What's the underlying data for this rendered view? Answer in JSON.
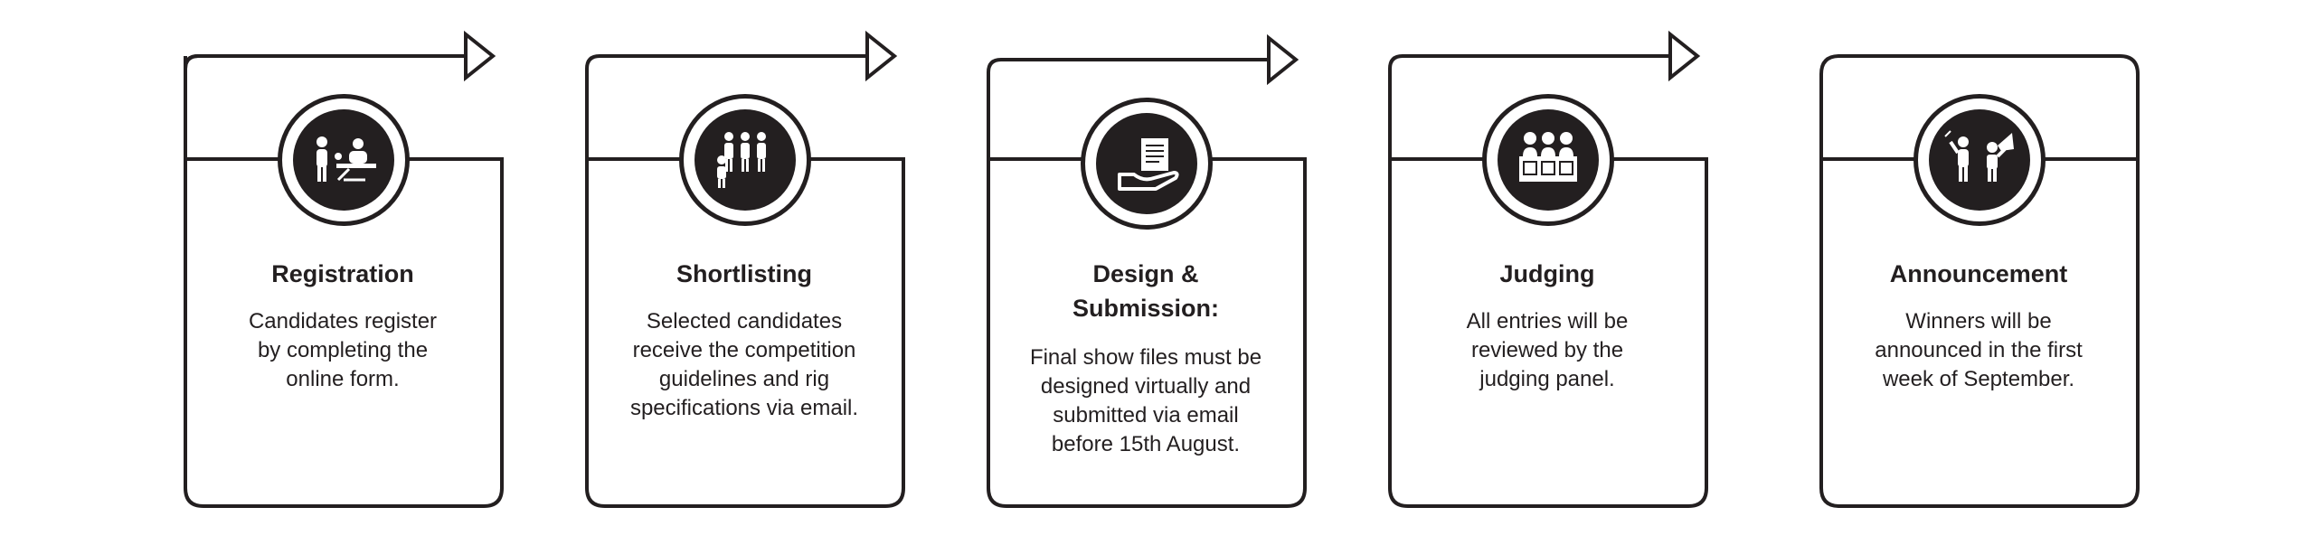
{
  "diagram": {
    "steps": [
      {
        "title": "Registration",
        "description": [
          "Candidates register",
          "by completing the",
          "online form."
        ],
        "icon": "registration-desk-icon",
        "has_arrow": true
      },
      {
        "title": "Shortlisting",
        "description": [
          "Selected candidates",
          "receive the competition",
          "guidelines and rig",
          "specifications via email."
        ],
        "icon": "shortlist-people-icon",
        "has_arrow": true
      },
      {
        "title": "Design &",
        "title_line2": "Submission:",
        "description": [
          "Final show files must be",
          "designed virtually and",
          "submitted via email",
          "before 15th August."
        ],
        "icon": "hand-document-icon",
        "has_arrow": true
      },
      {
        "title": "Judging",
        "description": [
          "All entries will be",
          "reviewed by the",
          "judging panel."
        ],
        "icon": "judging-panel-icon",
        "has_arrow": true
      },
      {
        "title": "Announcement",
        "description": [
          "Winners will be",
          "announced in the first",
          "week of September."
        ],
        "icon": "megaphone-announcement-icon",
        "has_arrow": false
      }
    ],
    "colors": {
      "ink": "#231f20",
      "background": "#ffffff"
    }
  }
}
